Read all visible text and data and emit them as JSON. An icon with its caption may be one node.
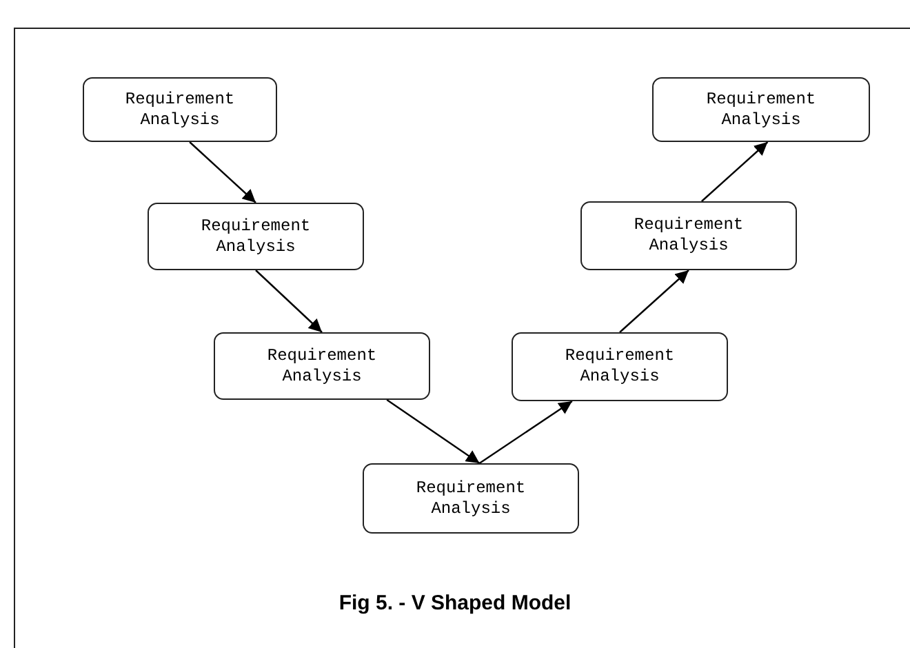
{
  "diagram": {
    "caption": "Fig 5. - V Shaped Model",
    "nodes": [
      {
        "text": [
          "Requirement Analysis"
        ]
      },
      {
        "text": [
          "Requirement Analysis"
        ]
      },
      {
        "text": [
          "Requirement Analysis"
        ]
      },
      {
        "text": [
          "Requirement Analysis"
        ]
      },
      {
        "text": [
          "Requirement Analysis"
        ]
      },
      {
        "text": [
          "Requirement Analysis"
        ]
      },
      {
        "text": [
          "Requirement Analysis"
        ]
      }
    ],
    "edges": [
      {
        "from": 0,
        "to": 1,
        "arrow": "to"
      },
      {
        "from": 1,
        "to": 2,
        "arrow": "to"
      },
      {
        "from": 2,
        "to": 3,
        "arrow": "to"
      },
      {
        "from": 3,
        "to": 4,
        "arrow": "to"
      },
      {
        "from": 4,
        "to": 5,
        "arrow": "to"
      },
      {
        "from": 5,
        "to": 6,
        "arrow": "to"
      }
    ]
  }
}
